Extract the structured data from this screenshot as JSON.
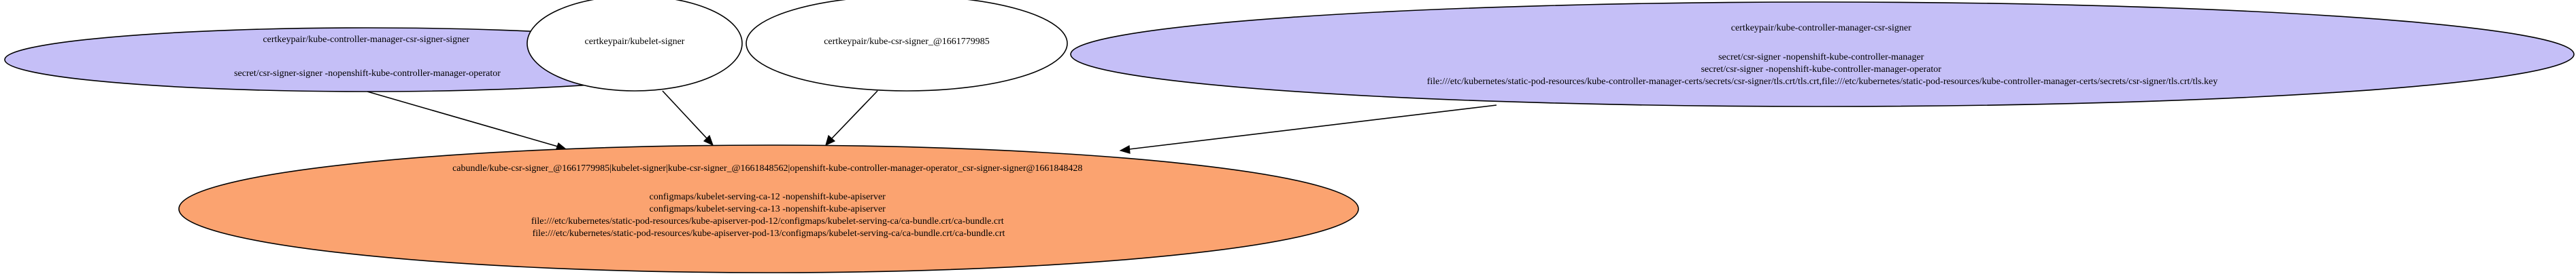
{
  "colors": {
    "signer_fill": "#c5bff7",
    "plain_fill": "#ffffff",
    "bundle_fill": "#fba370",
    "stroke": "#000000"
  },
  "nodes": [
    {
      "id": "csr-signer-signer",
      "lines": [
        "certkeypair/kube-controller-manager-csr-signer-signer",
        "",
        "secret/csr-signer-signer -nopenshift-kube-controller-manager-operator"
      ]
    },
    {
      "id": "kubelet-signer",
      "lines": [
        "certkeypair/kubelet-signer"
      ]
    },
    {
      "id": "kube-csr-signer",
      "lines": [
        "certkeypair/kube-csr-signer_@1661779985"
      ]
    },
    {
      "id": "csr-signer",
      "lines": [
        "certkeypair/kube-controller-manager-csr-signer",
        "",
        "secret/csr-signer -nopenshift-kube-controller-manager",
        "secret/csr-signer -nopenshift-kube-controller-manager-operator",
        "file:///etc/kubernetes/static-pod-resources/kube-controller-manager-certs/secrets/csr-signer/tls.crt/tls.crt,file:///etc/kubernetes/static-pod-resources/kube-controller-manager-certs/secrets/csr-signer/tls.crt/tls.key"
      ]
    },
    {
      "id": "ca-bundle",
      "lines": [
        "cabundle/kube-csr-signer_@1661779985|kubelet-signer|kube-csr-signer_@1661848562|openshift-kube-controller-manager-operator_csr-signer-signer@1661848428",
        "",
        "configmaps/kubelet-serving-ca-12 -nopenshift-kube-apiserver",
        "configmaps/kubelet-serving-ca-13 -nopenshift-kube-apiserver",
        "file:///etc/kubernetes/static-pod-resources/kube-apiserver-pod-12/configmaps/kubelet-serving-ca/ca-bundle.crt/ca-bundle.crt",
        "file:///etc/kubernetes/static-pod-resources/kube-apiserver-pod-13/configmaps/kubelet-serving-ca/ca-bundle.crt/ca-bundle.crt"
      ]
    }
  ],
  "edges": [
    {
      "from": "csr-signer-signer",
      "to": "ca-bundle"
    },
    {
      "from": "kubelet-signer",
      "to": "ca-bundle"
    },
    {
      "from": "kube-csr-signer",
      "to": "ca-bundle"
    },
    {
      "from": "csr-signer",
      "to": "ca-bundle"
    }
  ]
}
